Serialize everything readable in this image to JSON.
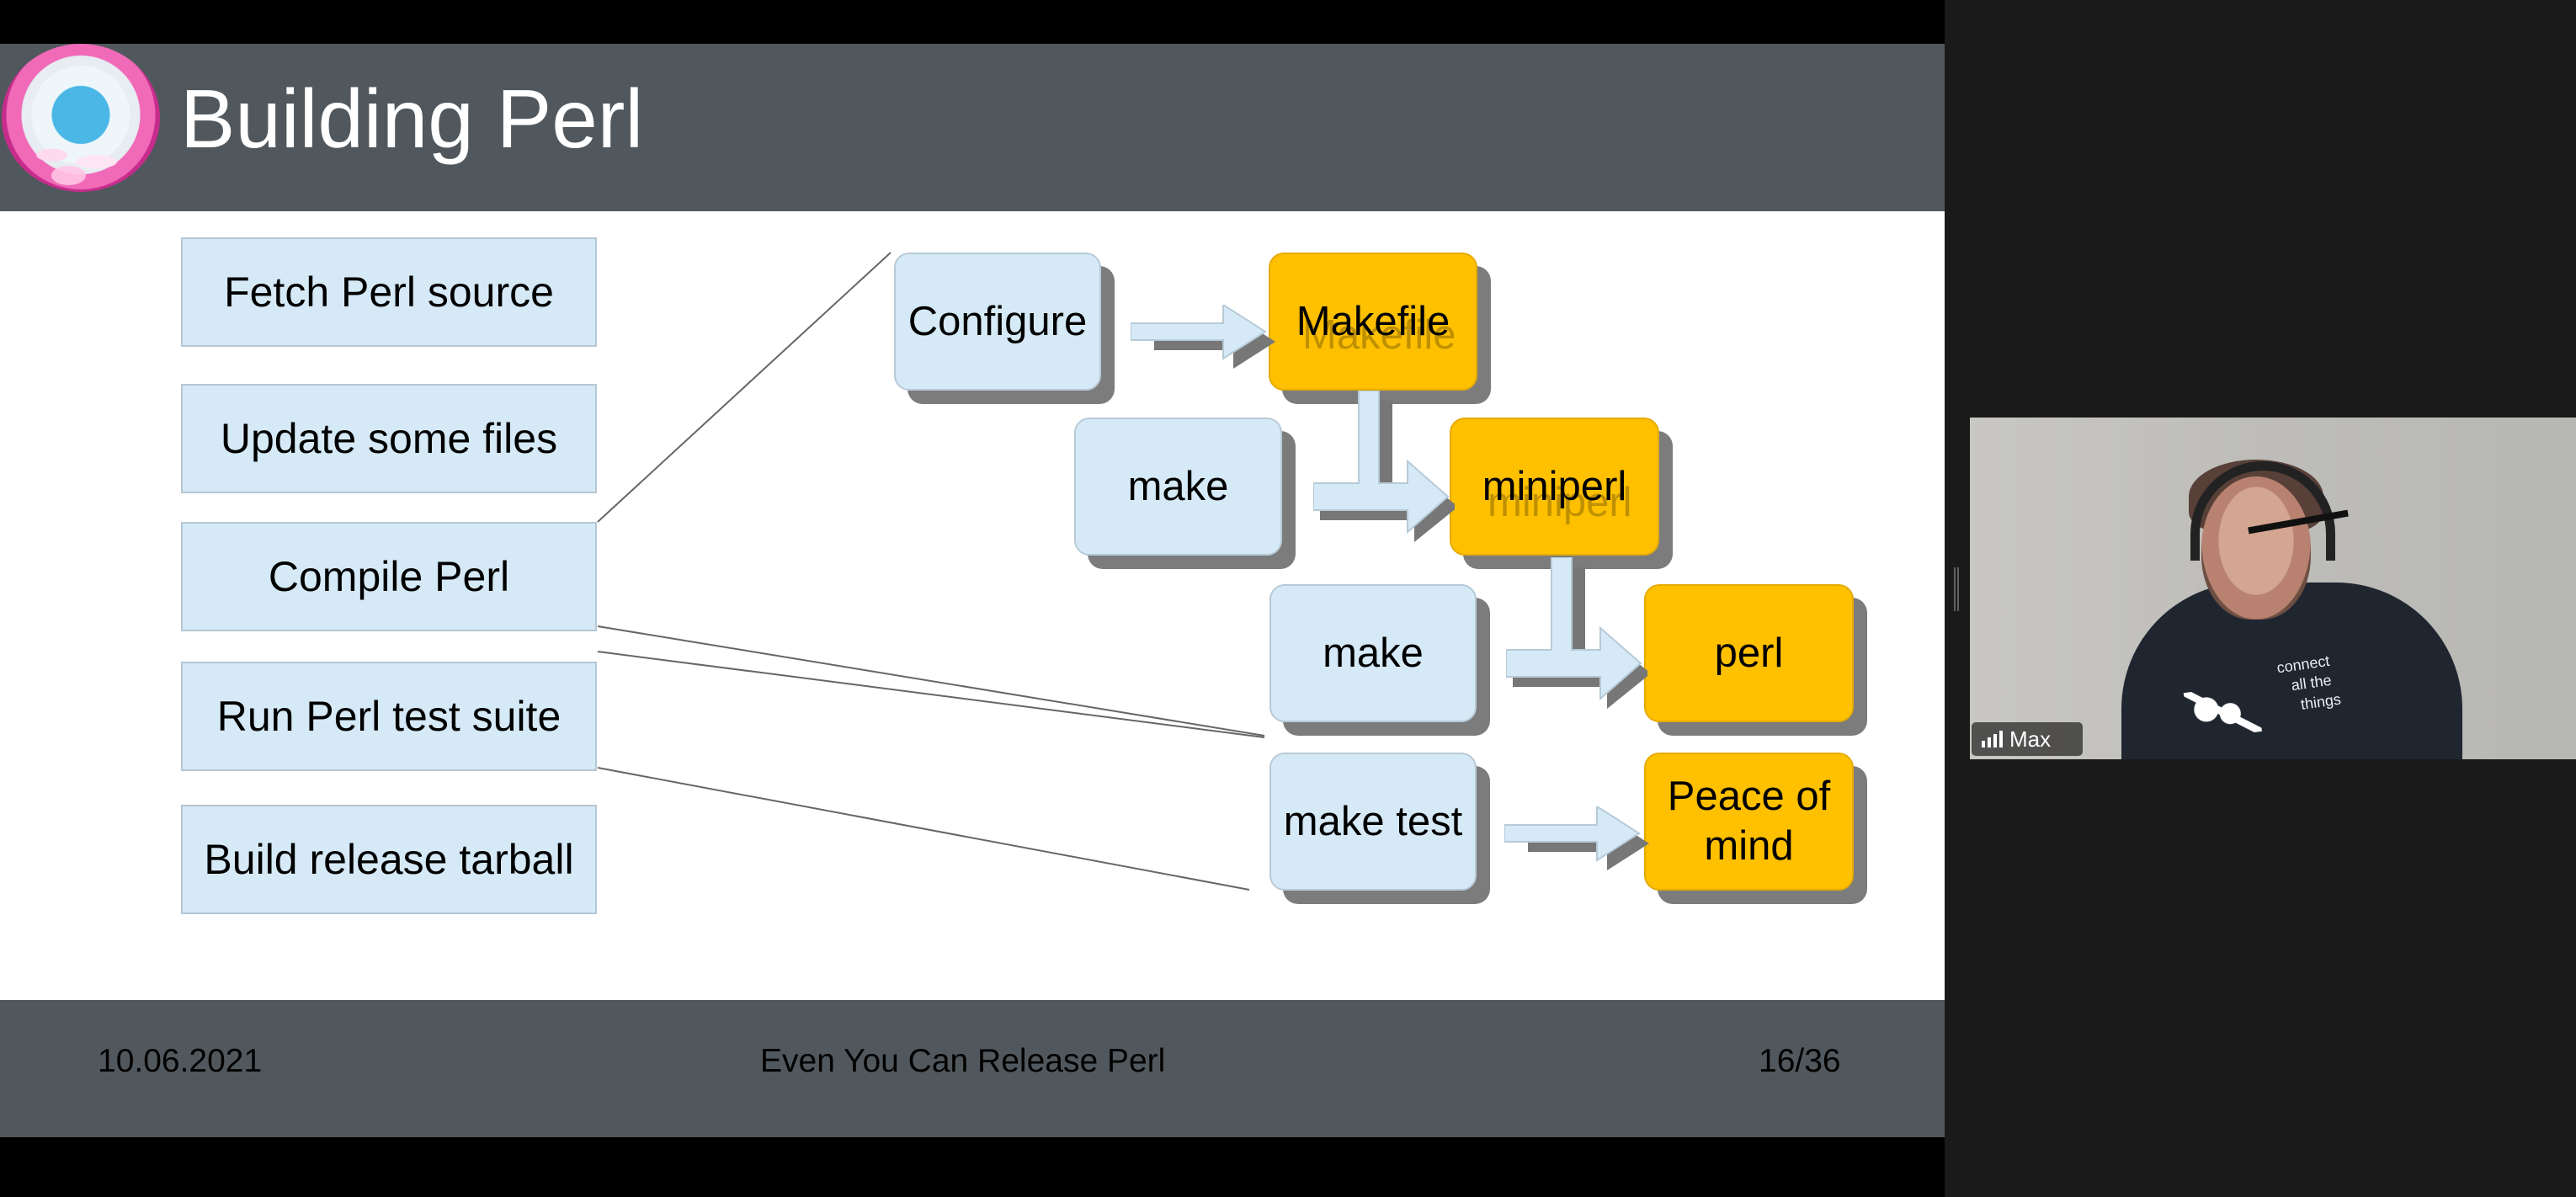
{
  "slide": {
    "title": "Building Perl",
    "steps": [
      "Fetch Perl source",
      "Update some files",
      "Compile Perl",
      "Run Perl test suite",
      "Build release tarball"
    ],
    "flow": {
      "configure": "Configure",
      "makefile": "Makefile",
      "make1": "make",
      "miniperl": "miniperl",
      "make2": "make",
      "perl": "perl",
      "make_test": "make test",
      "peace": "Peace of mind"
    },
    "footer": {
      "date": "10.06.2021",
      "center": "Even You Can Release Perl",
      "page": "16/36"
    }
  },
  "video": {
    "participant": "Max",
    "shirt_text": [
      "connect",
      "all the",
      "things"
    ]
  },
  "colors": {
    "header": "#51585d",
    "box_blue": "#d5e9f6",
    "box_orange": "#ffc000"
  },
  "icons": [
    "logo-icon",
    "signal-icon",
    "splitter-handle-icon"
  ]
}
